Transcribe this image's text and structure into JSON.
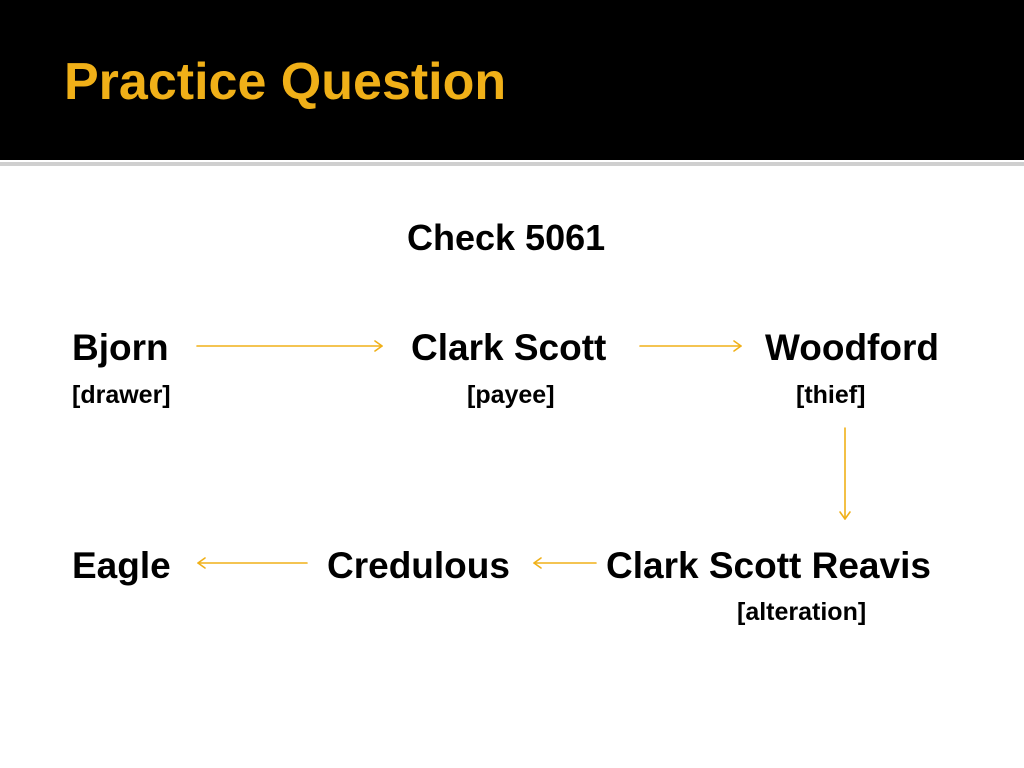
{
  "slide": {
    "title": "Practice Question",
    "heading": "Check 5061"
  },
  "nodes": {
    "bjorn": {
      "name": "Bjorn",
      "role": "[drawer]"
    },
    "clark_scott": {
      "name": "Clark Scott",
      "role": "[payee]"
    },
    "woodford": {
      "name": "Woodford",
      "role": "[thief]"
    },
    "clark_scott_reavis": {
      "name": "Clark Scott Reavis",
      "role": "[alteration]"
    },
    "credulous": {
      "name": "Credulous"
    },
    "eagle": {
      "name": "Eagle"
    }
  },
  "colors": {
    "header_bg": "#000000",
    "title_text": "#f0b018",
    "arrow": "#f0b018",
    "body_text": "#000000"
  }
}
